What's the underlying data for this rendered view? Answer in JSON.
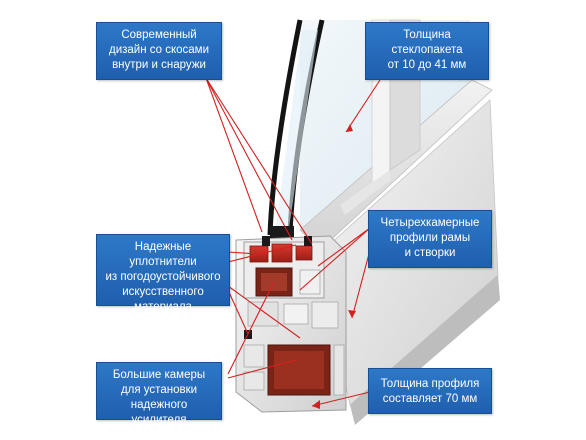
{
  "callouts": {
    "design": "Современный\nдизайн со скосами\nвнутри и снаружи",
    "glass": "Толщина\nстеклопакета\nот 10 до 41 мм",
    "chambers": "Четырехкамерные\nпрофили рамы\nи створки",
    "seals": "Надежные уплотнители\nиз погодоустойчивого\nискусственного\nматериала",
    "reinforcement": "Большие камеры\nдля установки\nнадежного усилителя",
    "profile": "Толщина профиля\nсоставляет 70 мм"
  },
  "colors": {
    "callout_fill": "#2468b8",
    "leader_line": "#d42020",
    "pvc": "#e8e8e8",
    "seal": "#1a1a1a",
    "chamber_red": "#c0281e",
    "reinforcement": "#7a2418",
    "glass": "#cfe3ee"
  }
}
